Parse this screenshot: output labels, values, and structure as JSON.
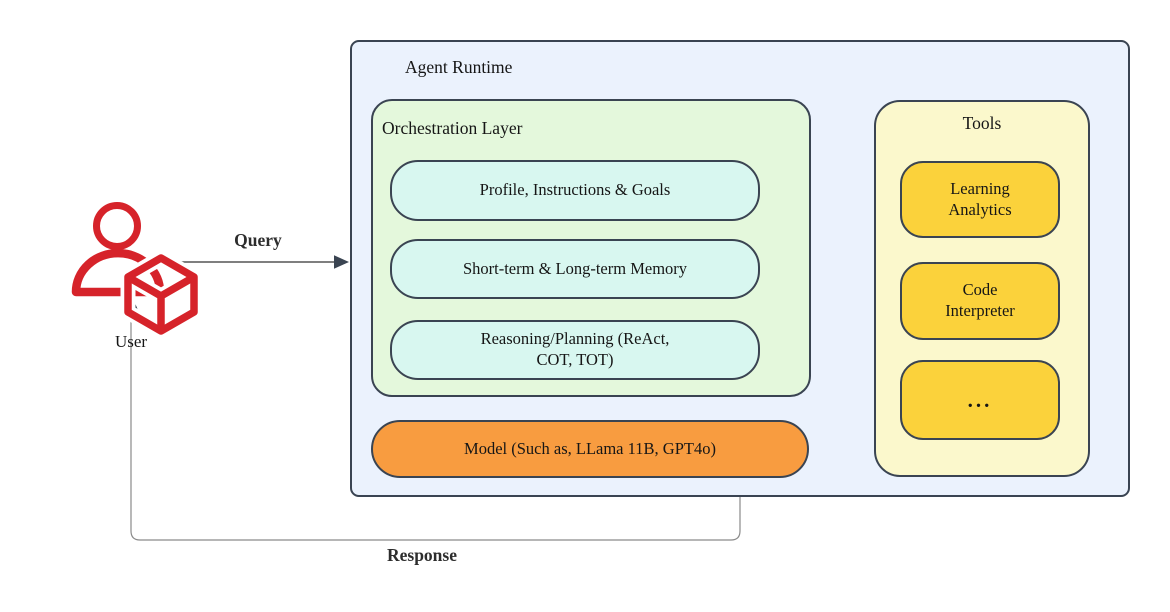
{
  "diagram": {
    "user": {
      "label": "User"
    },
    "edges": {
      "query_label": "Query",
      "response_label": "Response"
    },
    "agent_runtime": {
      "title": "Agent Runtime",
      "orchestration": {
        "title": "Orchestration Layer",
        "items": [
          {
            "label": "Profile, Instructions & Goals"
          },
          {
            "label": "Short-term & Long-term Memory"
          },
          {
            "label": "Reasoning/Planning (ReAct,\nCOT, TOT)"
          }
        ]
      },
      "model": {
        "label": "Model (Such as, LLama 11B, GPT4o)"
      },
      "tools": {
        "title": "Tools",
        "items": [
          {
            "label": "Learning\nAnalytics"
          },
          {
            "label": "Code\nInterpreter"
          },
          {
            "label": "..."
          }
        ]
      }
    },
    "colors": {
      "runtime_fill": "#EBF2FD",
      "orchestration_fill": "#E4F8DC",
      "memory_pill_fill": "#D8F7F0",
      "model_fill": "#F89C40",
      "tools_panel_fill": "#FBF8CC",
      "tool_pill_fill": "#FBD23B",
      "stroke": "#3A4452",
      "user_icon_red": "#D6232A",
      "connector_gray": "#8A8A8A"
    }
  }
}
